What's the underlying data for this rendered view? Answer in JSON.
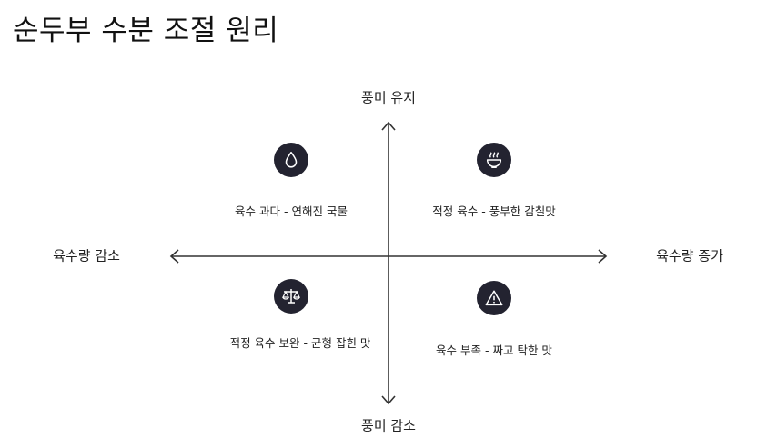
{
  "title": "순두부 수분 조절 원리",
  "axes": {
    "top": "풍미 유지",
    "bottom": "풍미 감소",
    "left": "육수량 감소",
    "right": "육수량 증가"
  },
  "quadrants": {
    "top_left": {
      "icon": "water-drop-icon",
      "text": "육수 과다 - 연해진 국물"
    },
    "top_right": {
      "icon": "steaming-bowl-icon",
      "text": "적정 육수 - 풍부한 감칠맛"
    },
    "bottom_left": {
      "icon": "balance-scale-icon",
      "text": "적정 육수 보완 - 균형 잡힌 맛"
    },
    "bottom_right": {
      "icon": "warning-triangle-icon",
      "text": "육수 부족 - 짜고 탁한 맛"
    }
  },
  "colors": {
    "icon_bg": "#232330",
    "axis": "#333333"
  }
}
